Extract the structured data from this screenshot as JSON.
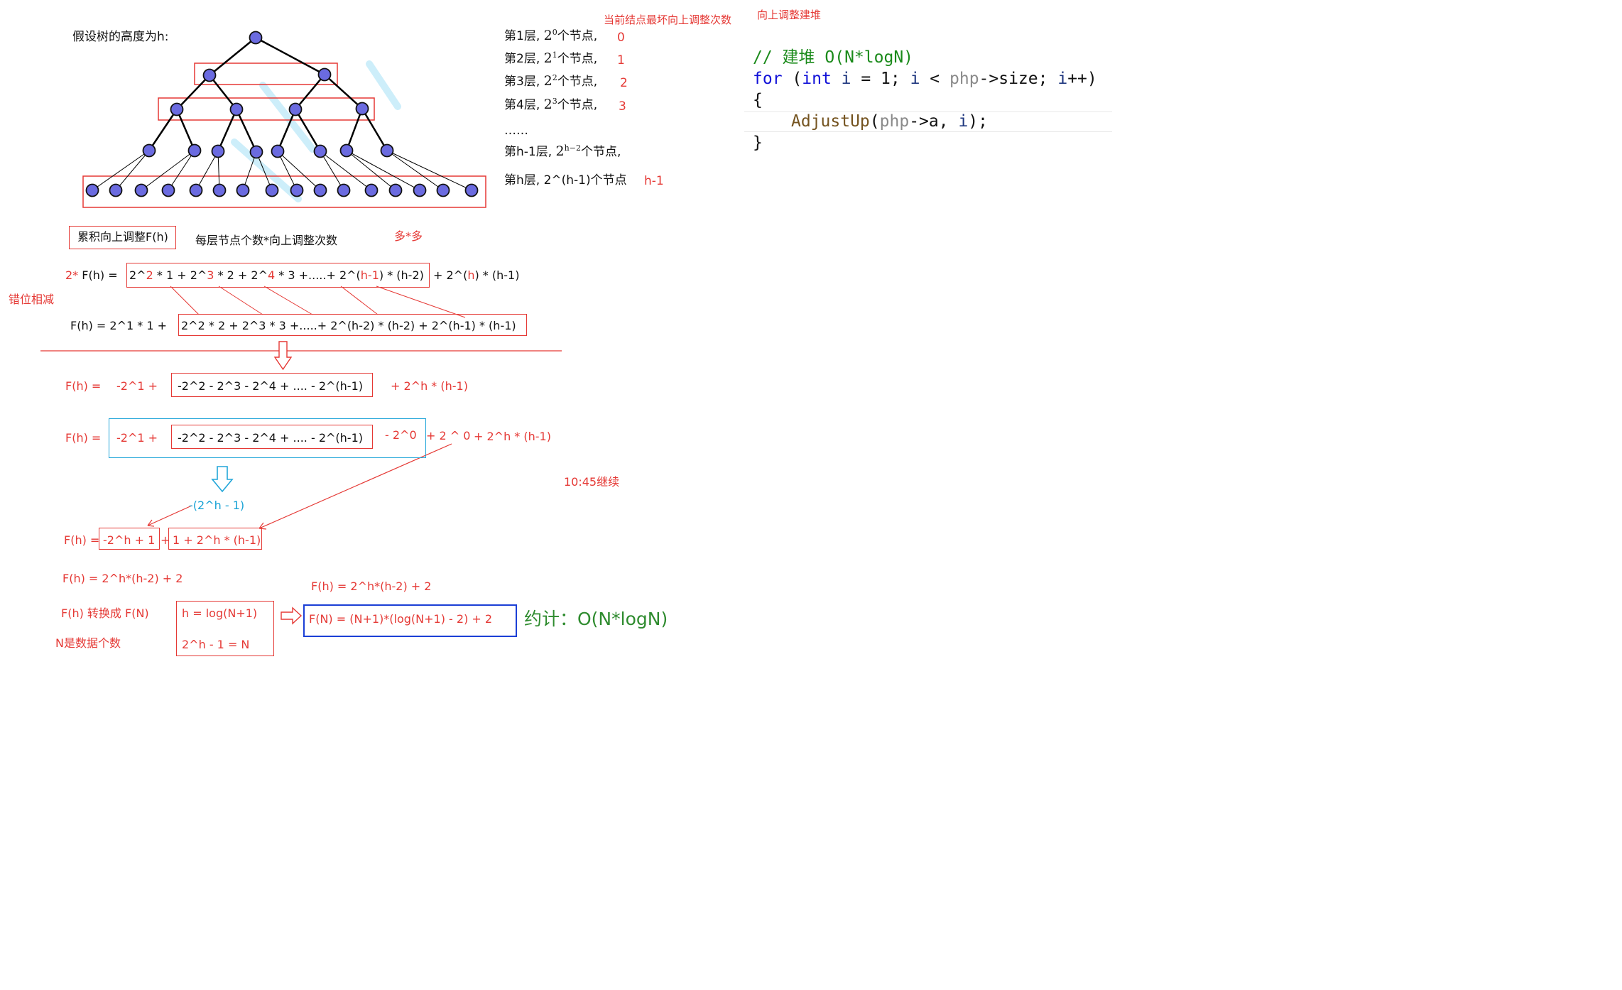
{
  "colors": {
    "red": "#e53935",
    "cyan": "#22a6d9",
    "blue": "#1b3fd6",
    "green": "#2e8b2e",
    "node": "#6b6be0"
  },
  "header": {
    "assume": "假设树的高度为h:",
    "worst_count": "当前结点最坏向上调整次数",
    "build_title": "向上调整建堆"
  },
  "levels": [
    {
      "a": "第1层, ",
      "base": "2",
      "exp": "0",
      "b": "个节点,",
      "count": "0"
    },
    {
      "a": "第2层, ",
      "base": "2",
      "exp": "1",
      "b": "个节点,",
      "count": "1"
    },
    {
      "a": "第3层, ",
      "base": "2",
      "exp": "2",
      "b": "个节点,",
      "count": "2"
    },
    {
      "a": "第4层, ",
      "base": "2",
      "exp": "3",
      "b": "个节点,",
      "count": "3"
    }
  ],
  "ellipsis": "……",
  "level_h_1": {
    "a": "第h-1层, ",
    "base": "2",
    "exp": "h−2",
    "b": "个节点,"
  },
  "level_h": {
    "text": "第h层, 2^(h-1)个节点",
    "count": "h-1"
  },
  "code": {
    "comment": "// 建堆 O(N*logN)",
    "for_kw": "for",
    "int_kw": "int",
    "init": " (",
    "i1": " i",
    "eq": " = 1; ",
    "i2": "i",
    "lt": " < ",
    "php1": "php",
    "size": "->size; ",
    "i3": "i",
    "inc": "++)",
    "lbrace": "{",
    "call": "AdjustUp",
    "paren": "(",
    "php2": "php",
    "arrow_a": "->a, ",
    "i4": "i",
    "end": ");",
    "rbrace": "}"
  },
  "labels": {
    "f_label": "累积向上调整F(h)",
    "per_level": "每层节点个数*向上调整次数",
    "many": "多*多",
    "shift": "错位相减",
    "continue": "10:45继续",
    "conv": "F(h) 转换成 F(N)",
    "n_desc": "N是数据个数",
    "estimate": "约计：O(N*logN)"
  },
  "eq2": {
    "p1": "2*",
    "p2": " F(h)  =",
    "b1": "2^",
    "b2": "2",
    "b3": " * 1  + 2^",
    "b4": "3",
    "b5": " * 2 + 2^",
    "b6": "4",
    "b7": " * 3 +.....+  2^(",
    "b8": "h-1",
    "b9": ") * (h-2)",
    "c1": "+ 2^(",
    "c2": "h",
    "c3": ") * (h-1)"
  },
  "eq1": {
    "left": "F(h)  =  2^1 * 1  +",
    "box": "2^2 * 2 + 2^3 * 3 +.....+  2^(h-2) * (h-2) + 2^(h-1) * (h-1)"
  },
  "eq3": {
    "lhs": "F(h) =",
    "a": "-2^1 +",
    "box": "-2^2 - 2^3 - 2^4 + .... - 2^(h-1)",
    "c": "+ 2^h * (h-1)"
  },
  "eq4": {
    "lhs": "F(h) =",
    "a": "-2^1 +",
    "box": "-2^2 - 2^3 - 2^4 + .... - 2^(h-1)",
    "b": "- 2^0",
    "c": "+ 2 ^ 0",
    "d": "+ 2^h * (h-1)"
  },
  "geo": "-(2^h - 1)",
  "eq5": {
    "lhs": "F(h) =",
    "a": "-2^h + 1",
    "plus": "+",
    "b": "1 + 2^h * (h-1)"
  },
  "eq6": "F(h) = 2^h*(h-2) + 2",
  "eq7": "F(h) = 2^h*(h-2) + 2",
  "conv_box": {
    "l1": "h = log(N+1)",
    "l2": "2^h - 1 = N"
  },
  "final": "F(N) = (N+1)*(log(N+1) - 2) + 2"
}
